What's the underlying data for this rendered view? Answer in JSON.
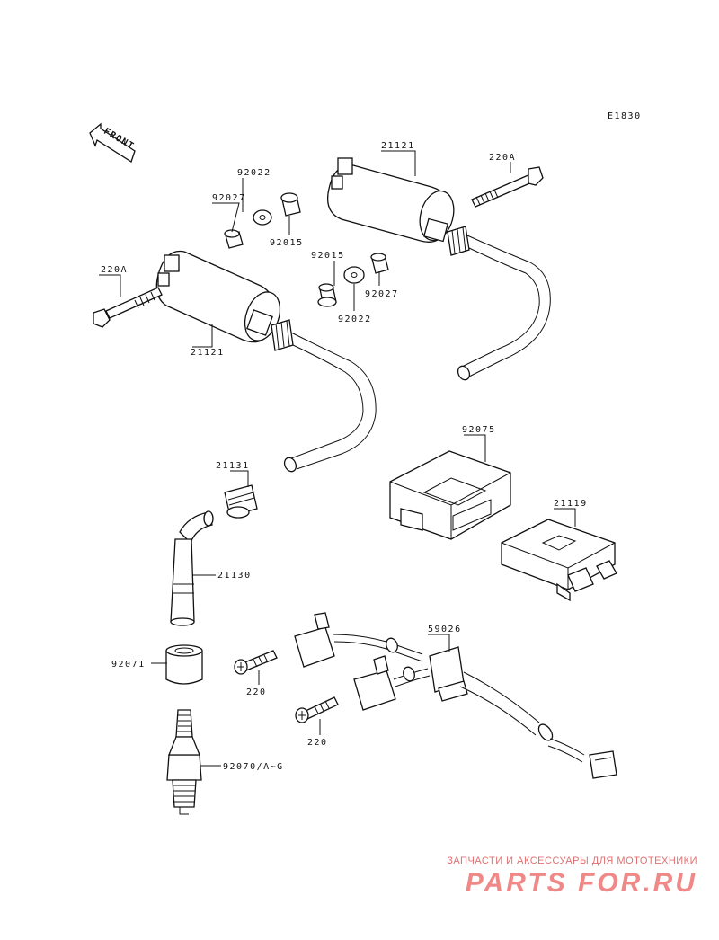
{
  "diagram_code": "E1830",
  "front_label": "FRONT",
  "labels": {
    "coil_upper": "21121",
    "coil_lower": "21121",
    "bolt_upper": "220A",
    "bolt_lower": "220A",
    "washer_a": "92022",
    "collar_a": "92027",
    "bushing_a": "92015",
    "bushing_b": "92015",
    "washer_b": "92022",
    "collar_b": "92027",
    "cap": "21131",
    "plug_cap": "21130",
    "cover": "92071",
    "spark_plug": "92070/A~G",
    "igniter": "92075",
    "ic_unit": "21119",
    "harness": "59026",
    "screw_a": "220",
    "screw_b": "220"
  },
  "watermark": {
    "line1": "ЗАПЧАСТИ И АКСЕССУАРЫ ДЛЯ МОТОТЕХНИКИ",
    "line2": "PARTS FOR.RU"
  }
}
